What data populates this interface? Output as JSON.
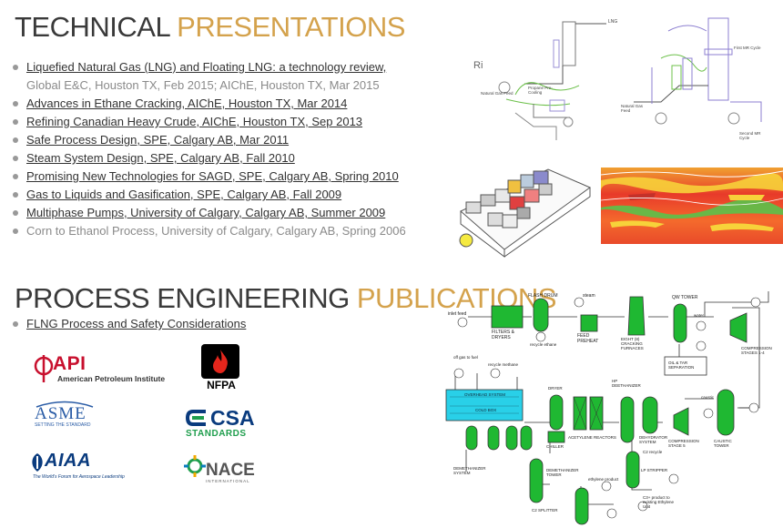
{
  "sections": {
    "presentations": {
      "word1": "TECHNICAL",
      "word2": "PRESENTATIONS"
    },
    "publications": {
      "word1": "PROCESS ENGINEERING",
      "word2": "PUBLICATIONS"
    }
  },
  "presentations": [
    {
      "link": "Liquefied Natural Gas (LNG) and Floating LNG: a technology review,",
      "rest": "Global E&C, Houston TX, Feb 2015; AIChE, Houston TX, Mar 2015"
    },
    {
      "link": "Advances in Ethane Cracking, AIChE, Houston TX, Mar 2014",
      "rest": ""
    },
    {
      "link": "Refining Canadian Heavy Crude, AIChE, Houston TX, Sep 2013",
      "rest": ""
    },
    {
      "link": "Safe Process Design, SPE, Calgary AB, Mar 2011",
      "rest": ""
    },
    {
      "link": "Steam System Design, SPE, Calgary AB, Fall 2010",
      "rest": ""
    },
    {
      "link": "Promising New Technologies for SAGD, SPE, Calgary AB, Spring 2010",
      "rest": ""
    },
    {
      "link": "Gas to Liquids and Gasification, SPE, Calgary AB, Fall 2009",
      "rest": ""
    },
    {
      "link": "Multiphase Pumps, University of Calgary, Calgary AB, Summer 2009",
      "rest": ""
    },
    {
      "link": "",
      "rest": "Corn to Ethanol Process, University of Calgary, Calgary AB, Spring 2006"
    }
  ],
  "publications": [
    {
      "link": "FLNG Process and Safety Considerations"
    }
  ],
  "logos": {
    "api_mark": "API",
    "api_name": "American Petroleum Institute",
    "nfpa": "NFPA",
    "asme": "ASME",
    "asme_tag": "SETTING THE STANDARD",
    "csa": "CSA",
    "csa_sub": "STANDARDS",
    "aiaa": "AIAA",
    "aiaa_tag": "The World's Forum for Aerospace Leadership",
    "nace": "NACE",
    "nace_sub": "INTERNATIONAL"
  },
  "figures": {
    "lng": {
      "ri": "Ri",
      "lng": "LNG",
      "feed": "Natural Gas Feed",
      "first_mr": "First MR Cycle",
      "second_mr": "Second MR Cycle",
      "nat_gas": "Natural Gas Feed",
      "precool": "Propane Pre-Cooling"
    },
    "flowsheet": {
      "inlet": "inlet feed",
      "flash": "FLASH DRUM",
      "steam": "steam",
      "filters": "FILTERS & DRYERS",
      "recycle_ethane": "recycle ethane",
      "feed_preheat": "FEED PREHEAT",
      "furnaces": "EIGHT (8) CRACKING FURNACES",
      "qw": "QW TOWER",
      "water": "water",
      "oil_tar": "OIL & TAR SEPARATION",
      "comp14": "COMPRESSION STAGES 1-4",
      "offgas": "off gas to fuel",
      "recycle_methane": "recycle methane",
      "overhead": "OVERHEAD SYSTEM",
      "coldbox": "COLD BOX",
      "dryer": "DRYER",
      "hp_deeth": "HP DEETHANIZER",
      "chiller": "CHILLER",
      "acet": "ACETYLENE REACTORS",
      "deh": "DEHYDRATOR SYSTEM",
      "comp5": "COMPRESSION STAGE 5",
      "caustic": "CAUSTIC TOWER",
      "caustic_in": "caustic",
      "demeth": "DEMETHANIZER SYSTEM",
      "demeth_tower": "DEMETHANIZER TOWER",
      "ethylene": "ethylene product",
      "c2split": "C2 SPLITTER",
      "lp": "LP STRIPPER",
      "c3": "C3+ product to existing Ethylene Unit",
      "c2recycle": "C2 recycle"
    }
  }
}
